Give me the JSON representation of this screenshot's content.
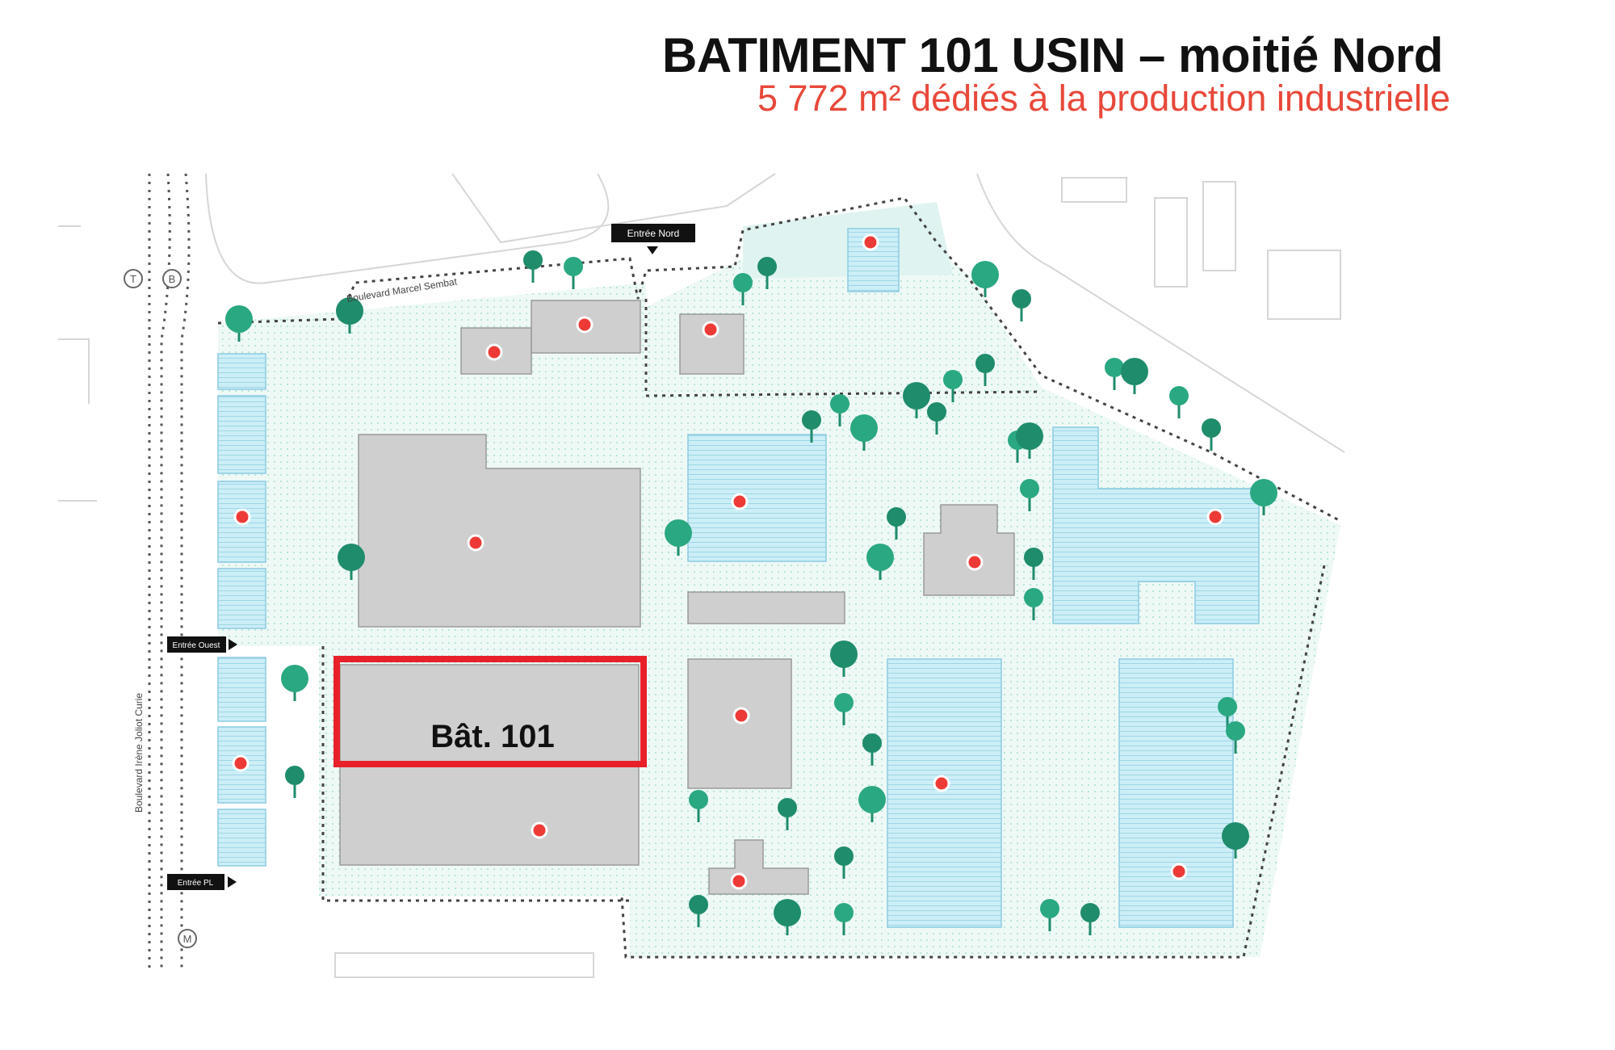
{
  "header": {
    "title": "BATIMENT 101 USIN – moitié Nord",
    "subtitle": "5 772 m² dédiés à la production industrielle"
  },
  "map": {
    "highlight_label": "Bât. 101",
    "entrances": {
      "north": "Entrée Nord",
      "west": "Entrée Ouest",
      "trucks": "Entrée PL"
    },
    "streets": {
      "north": "Boulevard Marcel Sembat",
      "west": "Boulevard Irène Joliot Curie"
    },
    "transit_icons": {
      "tram": "T",
      "bus": "B",
      "metro": "M"
    },
    "colors": {
      "highlight": "#e8202a",
      "marker": "#ee3a36",
      "building": "#cfcfcf",
      "roof_blue": "#c9ecf5",
      "tree": "#1f8c6c",
      "title_sub": "#e8483a"
    }
  }
}
